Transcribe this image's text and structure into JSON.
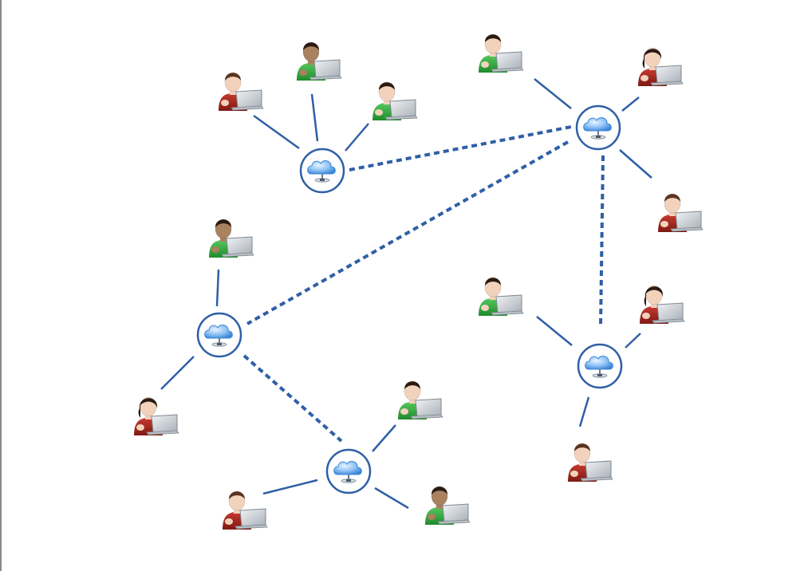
{
  "colors": {
    "link": "#2f5fa6",
    "hub_ring": "#2f5fa6",
    "cloud_light": "#cfe8ff",
    "cloud_dark": "#3c86d8",
    "green_shirt": "#2fa33a",
    "red_shirt": "#a8271f",
    "laptop": "#c9ced4",
    "skin_light": "#f3d2bb",
    "skin_tan": "#a8815f",
    "hair_dark": "#2a1a12",
    "hair_brown": "#5a3420"
  },
  "icons": {
    "hub": "cloud-server-icon",
    "user": "person-with-laptop-icon"
  },
  "network": {
    "hubs": [
      "hub-1",
      "hub-2",
      "hub-3",
      "hub-4",
      "hub-5"
    ],
    "users": [
      {
        "id": "u1",
        "hub": "hub-1",
        "shirt": "red",
        "skin": "light",
        "hair": "brown"
      },
      {
        "id": "u2",
        "hub": "hub-1",
        "shirt": "green",
        "skin": "tan",
        "hair": "dark"
      },
      {
        "id": "u3",
        "hub": "hub-1",
        "shirt": "green",
        "skin": "light",
        "hair": "dark"
      },
      {
        "id": "u4",
        "hub": "hub-2",
        "shirt": "green",
        "skin": "light",
        "hair": "dark"
      },
      {
        "id": "u5",
        "hub": "hub-2",
        "shirt": "red",
        "skin": "light",
        "hair": "dark"
      },
      {
        "id": "u6",
        "hub": "hub-2",
        "shirt": "red",
        "skin": "light",
        "hair": "brown"
      },
      {
        "id": "u7",
        "hub": "hub-3",
        "shirt": "green",
        "skin": "tan",
        "hair": "dark"
      },
      {
        "id": "u8",
        "hub": "hub-3",
        "shirt": "red",
        "skin": "light",
        "hair": "dark"
      },
      {
        "id": "u9",
        "hub": "hub-4",
        "shirt": "green",
        "skin": "light",
        "hair": "dark"
      },
      {
        "id": "u10",
        "hub": "hub-4",
        "shirt": "green",
        "skin": "tan",
        "hair": "dark"
      },
      {
        "id": "u11",
        "hub": "hub-4",
        "shirt": "red",
        "skin": "light",
        "hair": "brown"
      },
      {
        "id": "u12",
        "hub": "hub-5",
        "shirt": "green",
        "skin": "light",
        "hair": "dark"
      },
      {
        "id": "u13",
        "hub": "hub-5",
        "shirt": "red",
        "skin": "light",
        "hair": "dark"
      },
      {
        "id": "u14",
        "hub": "hub-5",
        "shirt": "red",
        "skin": "light",
        "hair": "brown"
      }
    ],
    "hub_links": [
      {
        "from": "hub-1",
        "to": "hub-2",
        "style": "dashed"
      },
      {
        "from": "hub-2",
        "to": "hub-3",
        "style": "dashed"
      },
      {
        "from": "hub-2",
        "to": "hub-5",
        "style": "dashed"
      },
      {
        "from": "hub-3",
        "to": "hub-4",
        "style": "dashed"
      }
    ]
  }
}
